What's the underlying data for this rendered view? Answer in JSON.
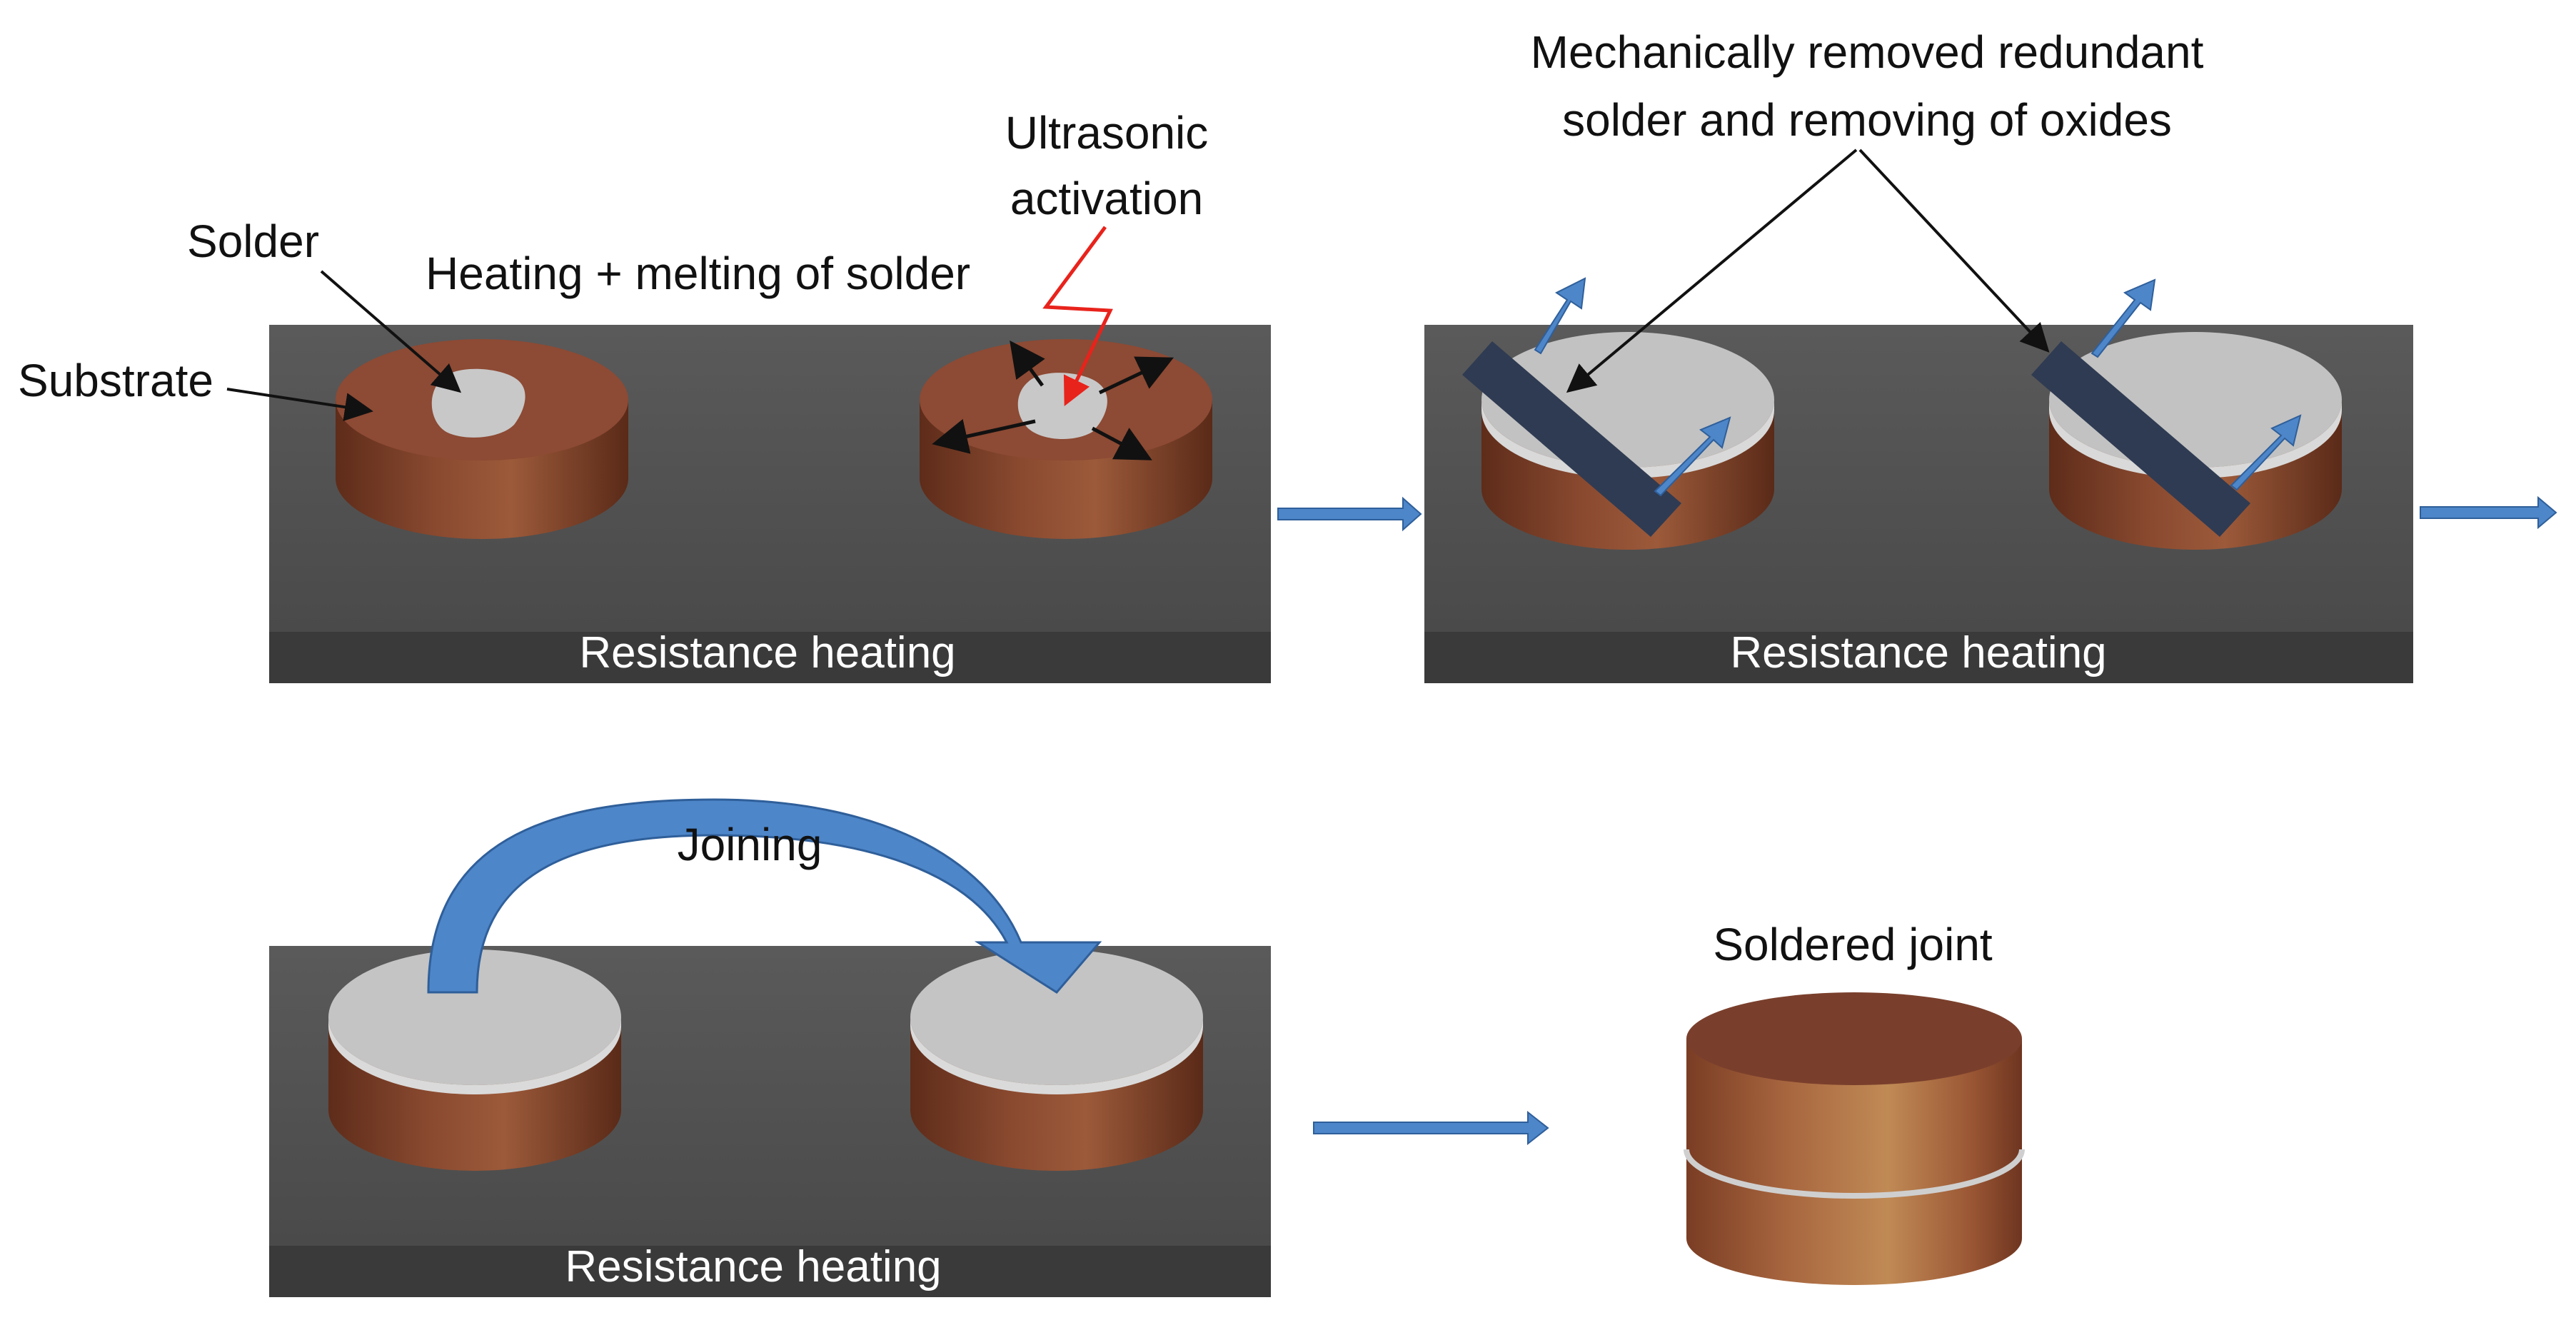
{
  "labels": {
    "solder": "Solder",
    "substrate": "Substrate",
    "heating_melting": "Heating + melting of solder",
    "ultrasonic_line1": "Ultrasonic",
    "ultrasonic_line2": "activation",
    "mech_line1": "Mechanically removed redundant",
    "mech_line2": "solder and removing of oxides",
    "joining": "Joining",
    "soldered_joint": "Soldered joint"
  },
  "panels": {
    "panel1_heating": "Resistance heating",
    "panel2_heating": "Resistance heating",
    "panel3_heating": "Resistance heating"
  },
  "colors": {
    "plate": "#525252",
    "heater_bar": "#3a3a3a",
    "copper_top": "#8a4a35",
    "copper_side": "#7a3f28",
    "solder_gray": "#c6c6c6",
    "tool": "#2f3b52",
    "flow_arrow": "#4d86c9",
    "ultrasonic_arrow": "#e8231c"
  }
}
